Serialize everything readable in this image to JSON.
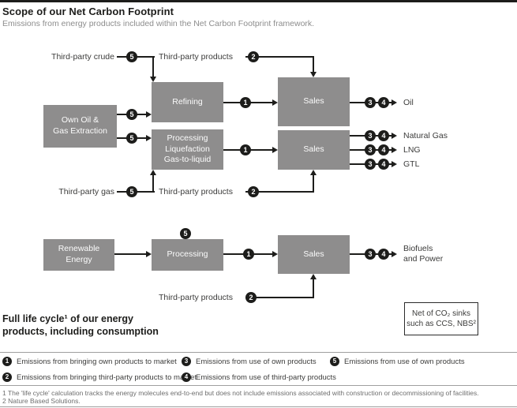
{
  "colors": {
    "box_gray": "#8e8d8d",
    "ink": "#1d1d1b",
    "muted": "#8d8d8d"
  },
  "header": {
    "title": "Scope of our Net Carbon Footprint",
    "subtitle": "Emissions from energy products included within the Net Carbon Footprint framework."
  },
  "badges": {
    "b1": "1",
    "b2": "2",
    "b3": "3",
    "b4": "4",
    "b5": "5"
  },
  "nodes": {
    "own_extraction": "Own Oil &\nGas Extraction",
    "refining": "Refining",
    "processing_gas": "Processing\nLiquefaction\nGas-to-liquid",
    "sales_oil": "Sales",
    "sales_gas": "Sales",
    "renewable": "Renewable\nEnergy",
    "processing_renewable": "Processing",
    "sales_renewable": "Sales"
  },
  "inputs": {
    "third_party_crude": "Third-party crude",
    "third_party_products_top": "Third-party products",
    "third_party_gas": "Third-party gas",
    "third_party_products_mid": "Third-party products",
    "third_party_products_bottom": "Third-party products"
  },
  "outputs": {
    "oil": "Oil",
    "natural_gas": "Natural Gas",
    "lng": "LNG",
    "gtl": "GTL",
    "biofuels": "Biofuels\nand Power"
  },
  "note_box": "Net of CO₂ sinks\nsuch as CCS, NBS²",
  "lifecycle_note": "Full life cycle¹ of our energy\nproducts, including consumption",
  "legend": {
    "items": [
      {
        "num": "1",
        "text": "Emissions from bringing own products to market"
      },
      {
        "num": "2",
        "text": "Emissions from bringing third-party products to market"
      },
      {
        "num": "3",
        "text": "Emissions from use of own products"
      },
      {
        "num": "4",
        "text": "Emissions from use of third-party products"
      },
      {
        "num": "5",
        "text": "Emissions from use of own products"
      }
    ]
  },
  "footnotes": [
    "1 The 'life cycle' calculation tracks the energy molecules end-to-end but does not include emissions associated with construction or decommissioning of facilities.",
    "2 Nature Based Solutions."
  ]
}
